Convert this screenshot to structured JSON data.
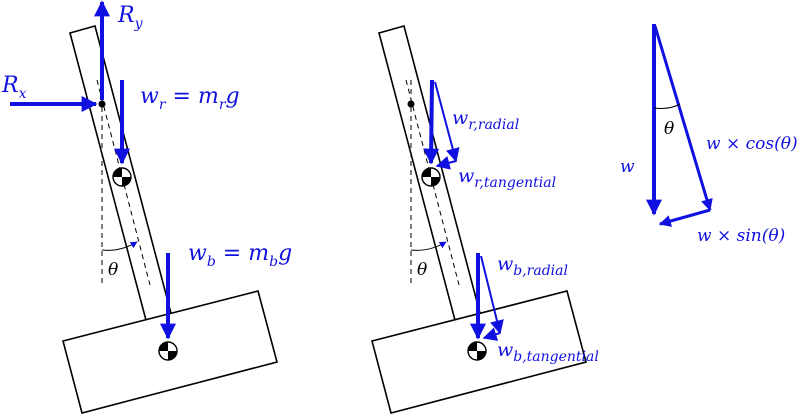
{
  "diagram": {
    "left_panel": {
      "reaction_x_label": "R",
      "reaction_x_sub": "x",
      "reaction_y_label": "R",
      "reaction_y_sub": "y",
      "rod_weight_label": "w",
      "rod_weight_sub": "r",
      "rod_weight_eq": " = m",
      "rod_weight_eq_sub": "r",
      "rod_weight_g": "g",
      "body_weight_label": "w",
      "body_weight_sub": "b",
      "body_weight_eq": " = m",
      "body_weight_eq_sub": "b",
      "body_weight_g": "g",
      "angle_label": "θ"
    },
    "middle_panel": {
      "rod_radial_label": "w",
      "rod_radial_sub": "r,radial",
      "rod_tangential_label": "w",
      "rod_tangential_sub": "r,tangential",
      "body_radial_label": "w",
      "body_radial_sub": "b,radial",
      "body_tangential_label": "w",
      "body_tangential_sub": "b,tangential",
      "angle_label": "θ"
    },
    "right_panel": {
      "weight_label": "w",
      "angle_label": "θ",
      "cos_component_label": "w × cos(θ)",
      "sin_component_label": "w × sin(θ)"
    },
    "colors": {
      "force_arrow": "#1010e0",
      "outline": "#000000"
    }
  }
}
